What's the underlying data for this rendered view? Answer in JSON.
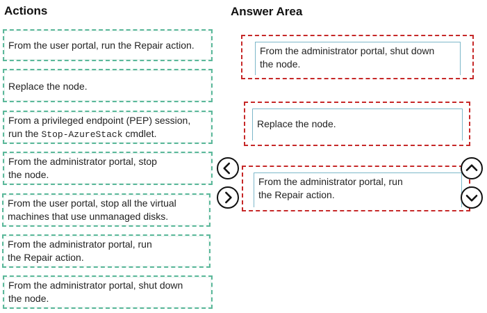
{
  "headings": {
    "actions": "Actions",
    "answer_area": "Answer Area"
  },
  "actions": [
    {
      "lines": [
        "From the user portal, run the Repair action."
      ]
    },
    {
      "lines": [
        "Replace the node."
      ]
    },
    {
      "line1": "From a privileged endpoint (PEP) session,",
      "line2_prefix": "run the ",
      "line2_code": "Stop-AzureStack",
      "line2_suffix": " cmdlet."
    },
    {
      "lines": [
        "From the administrator portal, stop",
        "the node."
      ]
    },
    {
      "lines": [
        "From the user portal, stop all the virtual",
        "machines that use unmanaged disks."
      ]
    },
    {
      "lines": [
        "From the administrator portal, run",
        "the Repair action."
      ]
    },
    {
      "lines": [
        "From the administrator portal, shut down",
        "the node."
      ]
    }
  ],
  "answers": [
    {
      "lines": [
        "From the administrator portal, shut down",
        "the node."
      ]
    },
    {
      "lines": [
        "Replace the node."
      ]
    },
    {
      "lines": [
        "From the administrator portal, run",
        "the Repair action."
      ]
    }
  ],
  "controls": {
    "move_left_icon": "chevron-left-icon",
    "move_right_icon": "chevron-right-icon",
    "move_up_icon": "chevron-up-icon",
    "move_down_icon": "chevron-down-icon"
  },
  "colors": {
    "action_border": "#5bb89a",
    "answer_border": "#c62828",
    "card_border": "#7cb7c9"
  }
}
